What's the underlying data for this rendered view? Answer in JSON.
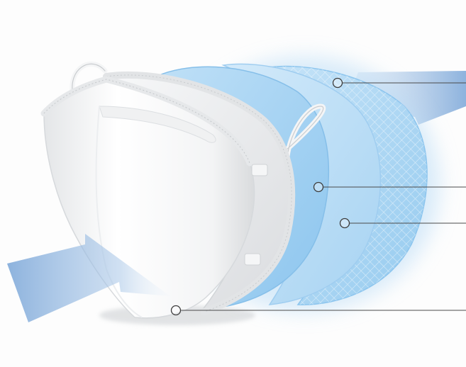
{
  "illustration": {
    "subject": "mask-layers-illustration",
    "colors": {
      "background": "#fdfdfd",
      "mask_white": "#ffffff",
      "mask_shadow": "#d9dbdd",
      "layer_blue_light": "#cfe6f8",
      "layer_blue_mid": "#9fcdf0",
      "layer_blue_deep": "#7fbbea",
      "airflow_blue": "#7aa6d8",
      "glow_blue": "#b9dcf6",
      "callout_line": "#4a4a4a"
    },
    "callouts": [
      {
        "name": "callout-outer-layer"
      },
      {
        "name": "callout-middle-layer"
      },
      {
        "name": "callout-filter-mesh-layer"
      },
      {
        "name": "callout-inner-mask-layer"
      }
    ]
  }
}
